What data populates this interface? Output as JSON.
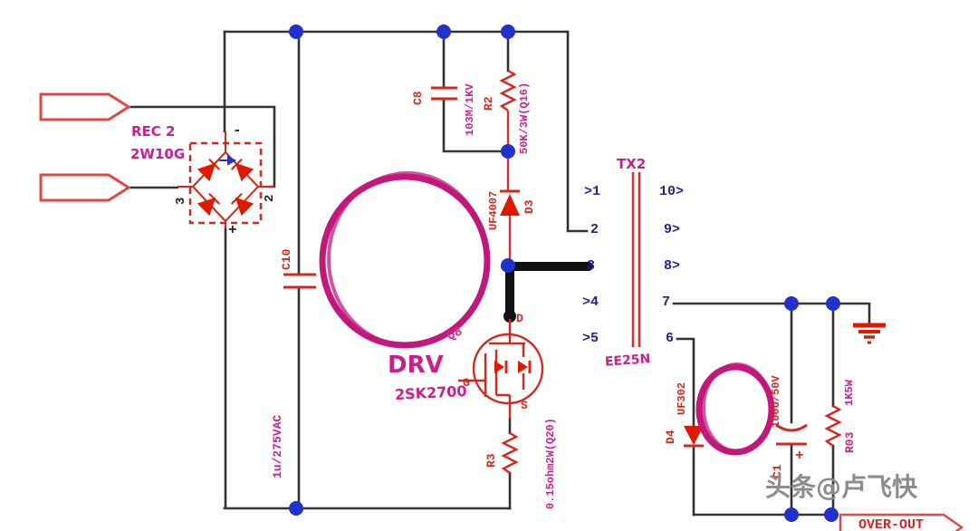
{
  "bridge": {
    "ref": "REC 2",
    "value": "2W10G",
    "minus": "-",
    "plus": "+",
    "pin2": "2",
    "pin3": "3"
  },
  "components": {
    "c10": {
      "ref": "C10",
      "value": "1u/275VAC"
    },
    "c8": {
      "ref": "C8",
      "value": "103M/1KV"
    },
    "r2": {
      "ref": "R2",
      "value": "50K/3W(Q16)"
    },
    "d3": {
      "ref": "D3",
      "value": "UF4007"
    },
    "q8": {
      "ref": "Q8",
      "part": "2SK2700",
      "drain": "D",
      "source": "S",
      "gate": "G"
    },
    "r3": {
      "ref": "R3",
      "value": "0.15ohm2W(Q20)"
    },
    "d4": {
      "ref": "D4",
      "value": "UF302"
    },
    "c1": {
      "ref": "C1",
      "value": "100U/50V",
      "polarity": "+"
    },
    "r03": {
      "ref": "R03",
      "value": "1K5W"
    }
  },
  "transformer": {
    "ref": "TX2",
    "core": "EE25N",
    "left_pins": [
      ">1",
      "2",
      "3",
      ">4",
      ">5"
    ],
    "right_pins": [
      "10>",
      "9>",
      "8>",
      "7",
      "6"
    ]
  },
  "annotations": {
    "drv": "DRV",
    "watermark": "头条@卢飞快",
    "over_out": "OVER-OUT"
  },
  "colors": {
    "wire": "#333333",
    "component": "#d3281e",
    "highlight": "#c91f8f",
    "junction": "#2230cc",
    "pin_text": "#23238e",
    "watermark": "#8c8c8c"
  }
}
